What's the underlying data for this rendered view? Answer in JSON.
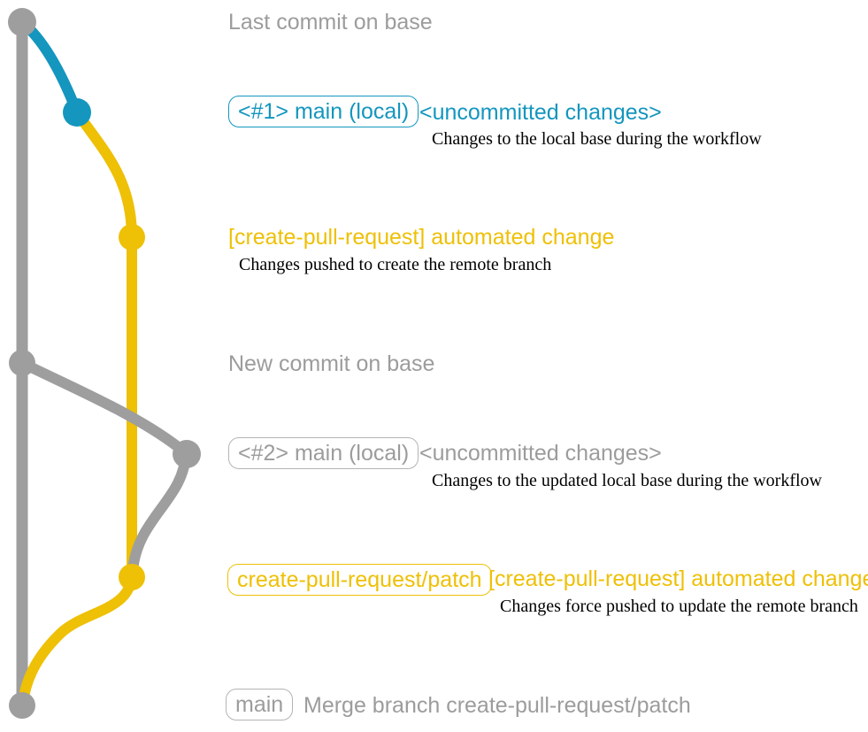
{
  "colors": {
    "gray": "#9E9E9E",
    "gray_text": "#9C9C9C",
    "gray_box_border": "#B4B4B4",
    "blue": "#1496BE",
    "yellow": "#EEC006",
    "description_text": "#000000",
    "background": "#FFFFFF"
  },
  "graph": {
    "branches": [
      {
        "name": "base",
        "color": "#9E9E9E"
      },
      {
        "name": "main (local)",
        "color": "#1496BE"
      },
      {
        "name": "create-pull-request/patch",
        "color": "#EEC006"
      }
    ],
    "commits": [
      {
        "name": "last-commit-on-base",
        "branch": "base"
      },
      {
        "name": "uncommitted-changes-1",
        "branch": "main (local)"
      },
      {
        "name": "automated-change-1",
        "branch": "create-pull-request/patch"
      },
      {
        "name": "new-commit-on-base",
        "branch": "base"
      },
      {
        "name": "uncommitted-changes-2",
        "branch": "main (local)"
      },
      {
        "name": "automated-change-2",
        "branch": "create-pull-request/patch"
      },
      {
        "name": "merge-commit",
        "branch": "base"
      }
    ]
  },
  "labels": {
    "heading1": "Last commit on base",
    "branch1": "<#1> main (local)",
    "title1": "<uncommitted changes>",
    "desc1": "Changes to the local base during the workflow",
    "title2": "[create-pull-request] automated change",
    "desc2": "Changes pushed to create the remote branch",
    "heading2": "New commit on base",
    "branch2": "<#2> main (local)",
    "title3": "<uncommitted changes>",
    "desc3": "Changes to the updated local base during the workflow",
    "branch3": "create-pull-request/patch",
    "title4": "[create-pull-request] automated change",
    "desc4": "Changes force pushed to update the remote branch",
    "branch4": "main",
    "title5": "Merge branch create-pull-request/patch"
  }
}
